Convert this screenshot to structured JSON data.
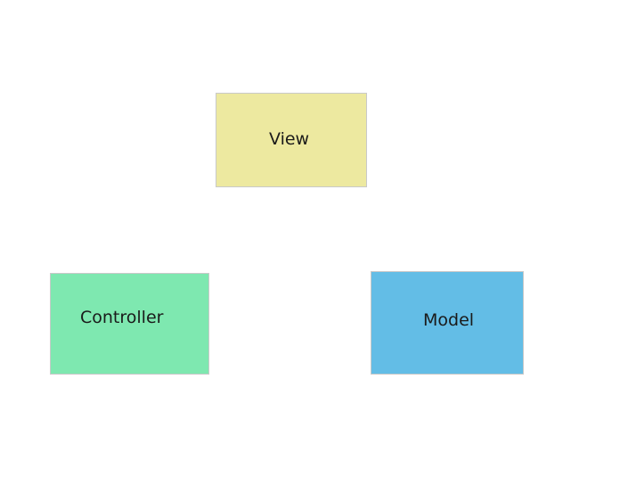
{
  "diagram": {
    "nodes": [
      {
        "id": "view",
        "label": "View",
        "color": "#ede9a0"
      },
      {
        "id": "controller",
        "label": "Controller",
        "color": "#7ee8b0"
      },
      {
        "id": "model",
        "label": "Model",
        "color": "#63bde6"
      }
    ]
  }
}
